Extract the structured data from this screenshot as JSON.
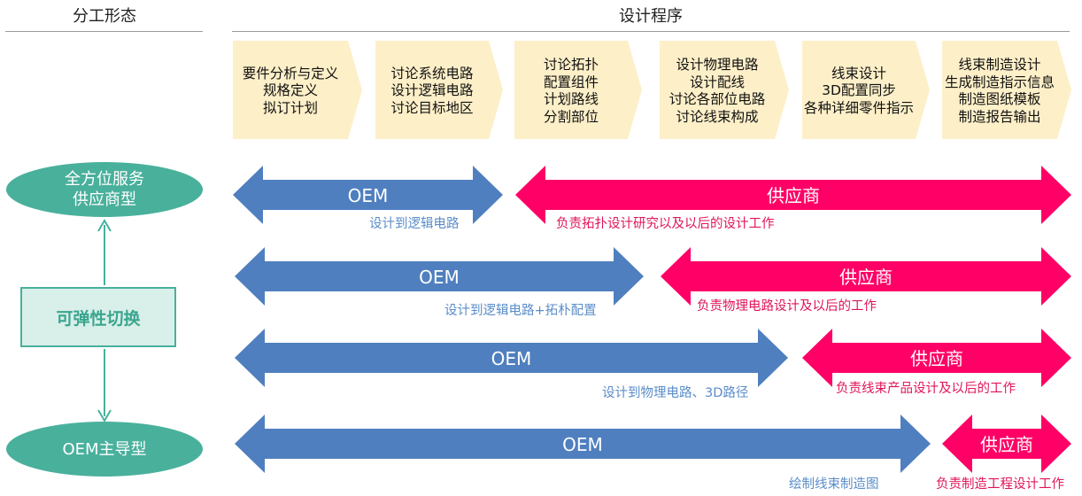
{
  "headers": {
    "left": "分工形态",
    "right": "设计程序"
  },
  "steps": [
    {
      "lines": [
        "要件分析与定义",
        "规格定义",
        "拟订计划"
      ]
    },
    {
      "lines": [
        "讨论系统电路",
        "设计逻辑电路",
        "讨论目标地区"
      ]
    },
    {
      "lines": [
        "讨论拓扑",
        "配置组件",
        "计划路线",
        "分割部位"
      ]
    },
    {
      "lines": [
        "设计物理电路",
        "设计配线",
        "讨论各部位电路",
        "讨论线束构成"
      ]
    },
    {
      "lines": [
        "线束设计",
        "3D配置同步",
        "各种详细零件指示"
      ]
    },
    {
      "lines": [
        "线束制造设计",
        "生成制造指示信息",
        "制造图纸模板",
        "制造报告输出"
      ]
    }
  ],
  "modes": {
    "top": [
      "全方位服务",
      "供应商型"
    ],
    "middle": "可弹性切换",
    "bottom": "OEM主导型"
  },
  "rows": [
    {
      "oem_label": "OEM",
      "oem_caption": "设计到逻辑电路",
      "supplier_label": "供应商",
      "supplier_caption": "负责拓扑设计研究以及以后的设计工作"
    },
    {
      "oem_label": "OEM",
      "oem_caption": "设计到逻辑电路+拓朴配置",
      "supplier_label": "供应商",
      "supplier_caption": "负责物理电路设计及以后的工作"
    },
    {
      "oem_label": "OEM",
      "oem_caption": "设计到物理电路、3D路径",
      "supplier_label": "供应商",
      "supplier_caption": "负责线束产品设计及以后的工作"
    },
    {
      "oem_label": "OEM",
      "oem_caption": "绘制线束制造图",
      "supplier_label": "供应商",
      "supplier_caption": "负责制造工程设计工作"
    }
  ],
  "colors": {
    "oem": "#4f7fbf",
    "supplier": "#ff0066",
    "step": "#fdefc8",
    "teal": "#49b09c"
  }
}
